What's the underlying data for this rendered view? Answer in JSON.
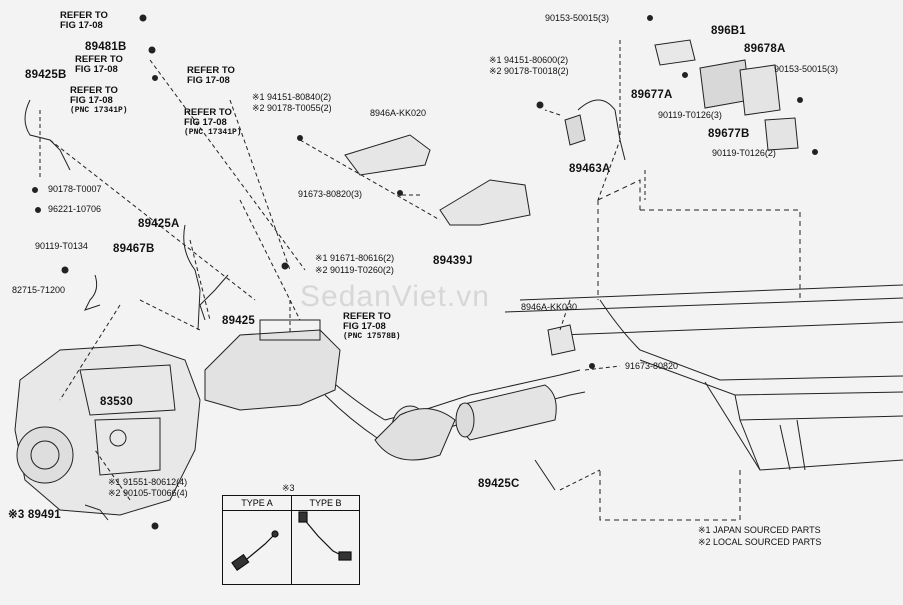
{
  "watermark": "SedanViet.vn",
  "part_labels": {
    "p89425B": "89425B",
    "p89481B": "89481B",
    "p90178_T0007": "90178-T0007",
    "p96221_10706": "96221-10706",
    "p90119_T0134": "90119-T0134",
    "p89467B": "89467B",
    "p82715_71200": "82715-71200",
    "p89425A": "89425A",
    "p89425": "89425",
    "p83530": "83530",
    "p89491": "89491",
    "p8946A_KK020": "8946A-KK020",
    "p91673_80820_3": "91673-80820(3)",
    "p89439J": "89439J",
    "p89463A": "89463A",
    "p90153_50015_3a": "90153-50015(3)",
    "p896B1": "896B1",
    "p89678A": "89678A",
    "p90153_50015_3b": "90153-50015(3)",
    "p89677A": "89677A",
    "p90119_T0126_3": "90119-T0126(3)",
    "p89677B": "89677B",
    "p90119_T0126_2": "90119-T0126(2)",
    "p8946A_KK030": "8946A-KK030",
    "p91673_80820": "91673-80820",
    "p89425C": "89425C",
    "s94151_80840": "※1 94151-80840(2)",
    "s90178_T0055": "※2 90178-T0055(2)",
    "s94151_80600": "※1 94151-80600(2)",
    "s90178_T0018": "※2 90178-T0018(2)",
    "s91671_80616": "※1 91671-80616(2)",
    "s90119_T0260": "※2 90119-T0260(2)",
    "s91551_80612": "※1 91551-80612(4)",
    "s90105_T0066": "※2 90105-T0066(4)",
    "s3_mark": "※3"
  },
  "references": {
    "r1a": "REFER TO",
    "r1b": "FIG 17-08",
    "r2a": "REFER TO",
    "r2b": "FIG 17-08",
    "r3a": "REFER TO",
    "r3b": "FIG 17-08",
    "r4a": "REFER TO",
    "r4b": "FIG 17-08",
    "r4c": "(PNC 17341P)",
    "r5a": "REFER TO",
    "r5b": "FIG 17-08",
    "r5c": "(PNC 17341P)",
    "r6a": "REFER TO",
    "r6b": "FIG 17-08",
    "r6c": "(PNC 17578B)"
  },
  "type_table": {
    "title": "※3",
    "type_a": "TYPE A",
    "type_b": "TYPE B"
  },
  "notes": {
    "n1": "※1 JAPAN SOURCED PARTS",
    "n2": "※2 LOCAL SOURCED PARTS"
  }
}
